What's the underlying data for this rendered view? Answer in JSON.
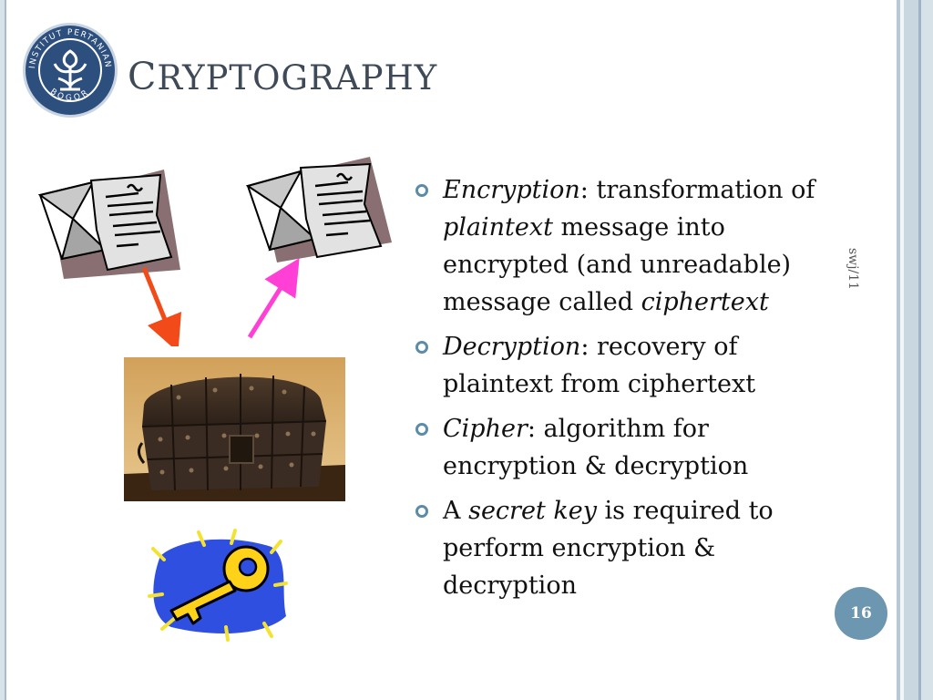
{
  "slide": {
    "title": "Cryptography",
    "footer": "swj/11",
    "page_number": "16"
  },
  "logo": {
    "text": "INSTITUT PERTANIAN BOGOR",
    "colors": {
      "ring": "#3a5f8c",
      "fill": "#2d4f7e",
      "mark": "#ffffff"
    }
  },
  "bullets": [
    {
      "term": "Encryption",
      "text": ": transformation of ",
      "em": "plaintext",
      "text2": " message into encrypted (and unreadable) message called ",
      "em2": "ciphertext"
    },
    {
      "term": "Decryption",
      "text": ":  recovery of plaintext from ciphertext"
    },
    {
      "term": "Cipher",
      "text": ":  algorithm for encryption & decryption"
    },
    {
      "pre": "A ",
      "term": "secret key",
      "text": " is required to perform encryption & decryption"
    }
  ],
  "illustrations": {
    "letters": "letter-clipart-icon",
    "chest": "treasure-chest-photo",
    "key": "key-clipart-icon"
  },
  "colors": {
    "title": "#3f4a58",
    "bullet": "#5c8ca9",
    "arrow_encrypt": "#f24a18",
    "arrow_decrypt": "#ff3fd5",
    "page_badge": "#6d96b1"
  }
}
